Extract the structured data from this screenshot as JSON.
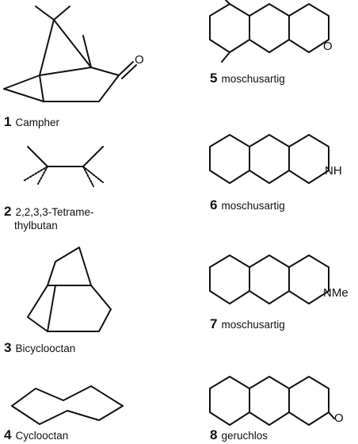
{
  "compounds": [
    {
      "number": "1",
      "name": "Campher"
    },
    {
      "number": "2",
      "name_line1": "2,2,3,3-Tetrame-",
      "name_line2": "thylbutan"
    },
    {
      "number": "3",
      "name": "Bicyclooctan"
    },
    {
      "number": "4",
      "name": "Cyclooctan"
    },
    {
      "number": "5",
      "name": "moschusartig",
      "heteroatom": "O"
    },
    {
      "number": "6",
      "name": "moschusartig",
      "heteroatom": "NH"
    },
    {
      "number": "7",
      "name": "moschusartig",
      "heteroatom": "NMe"
    },
    {
      "number": "8",
      "name": "geruchlos",
      "heteroatom": "O"
    }
  ]
}
